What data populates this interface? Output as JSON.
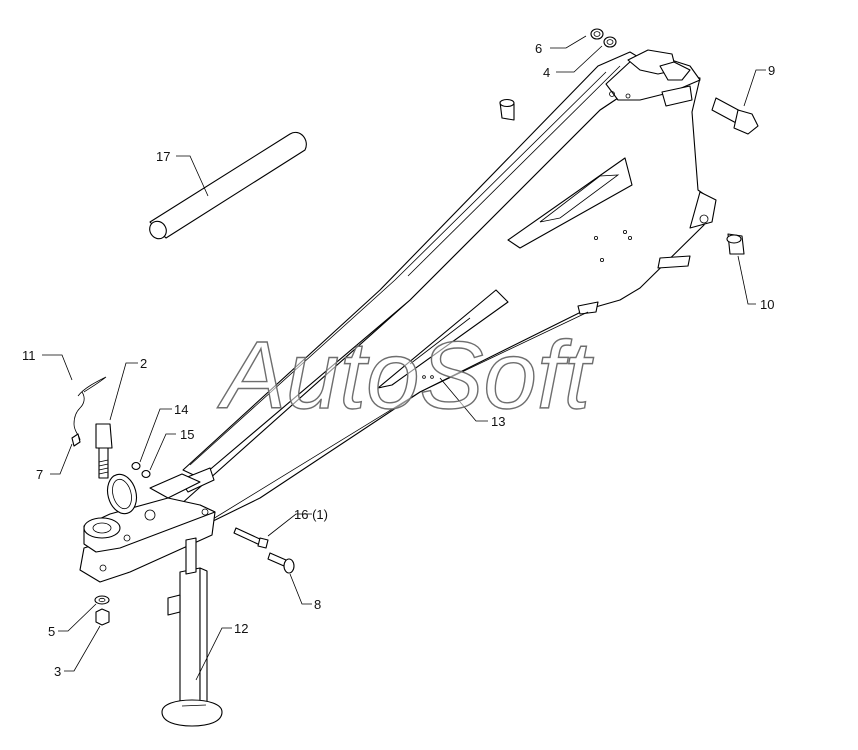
{
  "watermark": "AutoSoft",
  "callouts": [
    {
      "id": "1",
      "label": "6"
    },
    {
      "id": "2",
      "label": "4"
    },
    {
      "id": "3",
      "label": "9"
    },
    {
      "id": "4",
      "label": "17"
    },
    {
      "id": "5",
      "label": "10"
    },
    {
      "id": "6",
      "label": "11"
    },
    {
      "id": "7",
      "label": "2"
    },
    {
      "id": "8",
      "label": "13"
    },
    {
      "id": "9",
      "label": "14"
    },
    {
      "id": "10",
      "label": "15"
    },
    {
      "id": "11",
      "label": "7"
    },
    {
      "id": "12",
      "label": "16 (1)"
    },
    {
      "id": "13",
      "label": "8"
    },
    {
      "id": "14",
      "label": "12"
    },
    {
      "id": "15",
      "label": "5"
    },
    {
      "id": "16",
      "label": "3"
    }
  ]
}
